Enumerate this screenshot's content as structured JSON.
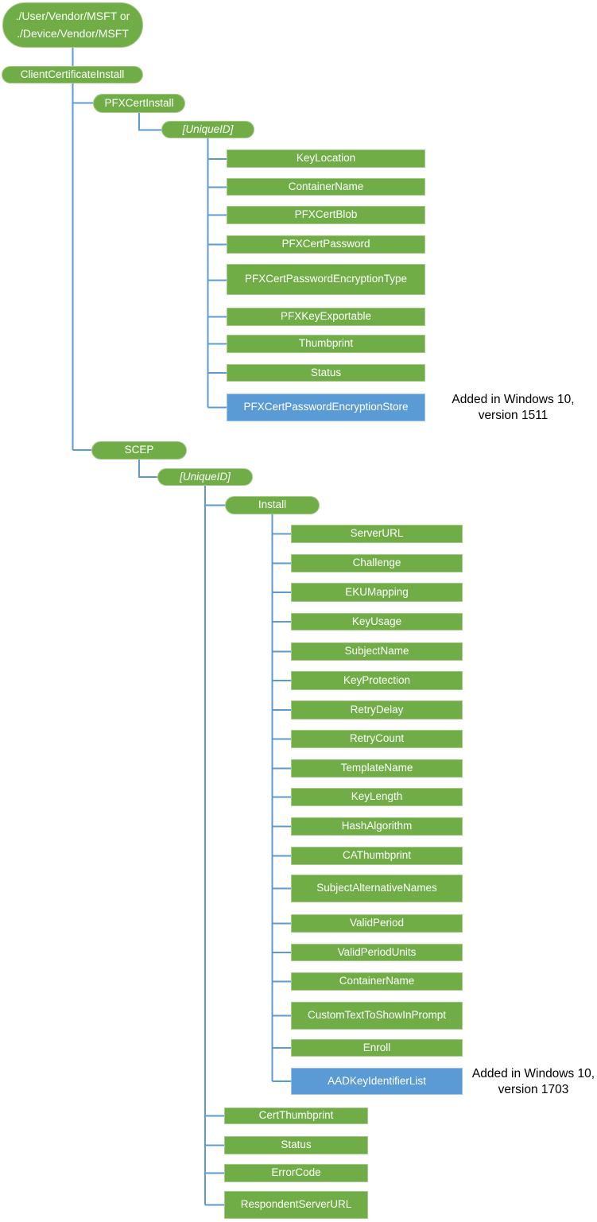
{
  "palette": {
    "node_green": "#70AD47",
    "node_blue": "#5B9BD5",
    "connector_blue": "#5B9BD5",
    "node_text": "#FFFFFF",
    "annotation_text": "#000000"
  },
  "tree": {
    "root": {
      "label": "./User/Vendor/MSFT or\n./Device/Vendor/MSFT"
    },
    "clientCertificateInstall": {
      "label": "ClientCertificateInstall"
    },
    "pfxCertInstall": {
      "label": "PFXCertInstall",
      "uniqueID": {
        "label": "[UniqueID]"
      },
      "children": [
        {
          "label": "KeyLocation"
        },
        {
          "label": "ContainerName"
        },
        {
          "label": "PFXCertBlob"
        },
        {
          "label": "PFXCertPassword"
        },
        {
          "label": "PFXCertPasswordEncryptionType"
        },
        {
          "label": "PFXKeyExportable"
        },
        {
          "label": "Thumbprint"
        },
        {
          "label": "Status"
        },
        {
          "label": "PFXCertPasswordEncryptionStore",
          "highlight": "blue",
          "added": "Added in Windows 10,\nversion 1511"
        }
      ]
    },
    "scep": {
      "label": "SCEP",
      "uniqueID": {
        "label": "[UniqueID]"
      },
      "install": {
        "label": "Install",
        "children": [
          {
            "label": "ServerURL"
          },
          {
            "label": "Challenge"
          },
          {
            "label": "EKUMapping"
          },
          {
            "label": "KeyUsage"
          },
          {
            "label": "SubjectName"
          },
          {
            "label": "KeyProtection"
          },
          {
            "label": "RetryDelay"
          },
          {
            "label": "RetryCount"
          },
          {
            "label": "TemplateName"
          },
          {
            "label": "KeyLength"
          },
          {
            "label": "HashAlgorithm"
          },
          {
            "label": "CAThumbprint"
          },
          {
            "label": "SubjectAlternativeNames"
          },
          {
            "label": "ValidPeriod"
          },
          {
            "label": "ValidPeriodUnits"
          },
          {
            "label": "ContainerName"
          },
          {
            "label": "CustomTextToShowInPrompt"
          },
          {
            "label": "Enroll"
          },
          {
            "label": "AADKeyIdentifierList",
            "highlight": "blue",
            "added": "Added in Windows 10,\nversion 1703"
          }
        ]
      },
      "children": [
        {
          "label": "CertThumbprint"
        },
        {
          "label": "Status"
        },
        {
          "label": "ErrorCode"
        },
        {
          "label": "RespondentServerURL"
        }
      ]
    }
  }
}
